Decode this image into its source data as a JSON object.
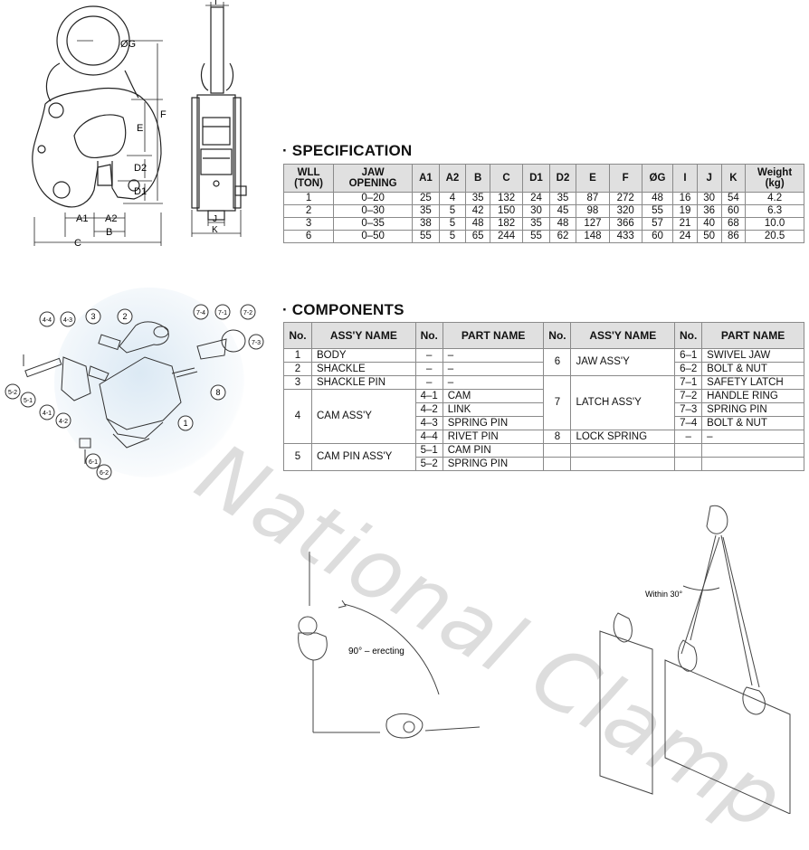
{
  "watermark": "National Clamp",
  "drawing_labels": {
    "dim_g": "ØG",
    "dim_e": "E",
    "dim_f": "F",
    "dim_d2": "D2",
    "dim_d1": "D1",
    "dim_a1": "A1",
    "dim_a2": "A2",
    "dim_b": "B",
    "dim_c": "C",
    "dim_i": "I",
    "dim_j": "J",
    "dim_k": "K"
  },
  "specification": {
    "title": "· SPECIFICATION",
    "headers": [
      {
        "l1": "WLL",
        "l2": "(TON)"
      },
      {
        "l1": "JAW",
        "l2": "OPENING"
      },
      {
        "l1": "A1",
        "l2": ""
      },
      {
        "l1": "A2",
        "l2": ""
      },
      {
        "l1": "B",
        "l2": ""
      },
      {
        "l1": "C",
        "l2": ""
      },
      {
        "l1": "D1",
        "l2": ""
      },
      {
        "l1": "D2",
        "l2": ""
      },
      {
        "l1": "E",
        "l2": ""
      },
      {
        "l1": "F",
        "l2": ""
      },
      {
        "l1": "ØG",
        "l2": ""
      },
      {
        "l1": "I",
        "l2": ""
      },
      {
        "l1": "J",
        "l2": ""
      },
      {
        "l1": "K",
        "l2": ""
      },
      {
        "l1": "Weight",
        "l2": "(kg)"
      }
    ],
    "rows": [
      [
        "1",
        "0–20",
        "25",
        "4",
        "35",
        "132",
        "24",
        "35",
        "87",
        "272",
        "48",
        "16",
        "30",
        "54",
        "4.2"
      ],
      [
        "2",
        "0–30",
        "35",
        "5",
        "42",
        "150",
        "30",
        "45",
        "98",
        "320",
        "55",
        "19",
        "36",
        "60",
        "6.3"
      ],
      [
        "3",
        "0–35",
        "38",
        "5",
        "48",
        "182",
        "35",
        "48",
        "127",
        "366",
        "57",
        "21",
        "40",
        "68",
        "10.0"
      ],
      [
        "6",
        "0–50",
        "55",
        "5",
        "65",
        "244",
        "55",
        "62",
        "148",
        "433",
        "60",
        "24",
        "50",
        "86",
        "20.5"
      ]
    ]
  },
  "components": {
    "title": "· COMPONENTS",
    "headers": [
      "No.",
      "ASS'Y NAME",
      "No.",
      "PART NAME",
      "No.",
      "ASS'Y NAME",
      "No.",
      "PART NAME"
    ],
    "left": [
      {
        "no": "1",
        "assy": "BODY",
        "parts": [
          {
            "no": "–",
            "name": "–"
          }
        ]
      },
      {
        "no": "2",
        "assy": "SHACKLE",
        "parts": [
          {
            "no": "–",
            "name": "–"
          }
        ]
      },
      {
        "no": "3",
        "assy": "SHACKLE PIN",
        "parts": [
          {
            "no": "–",
            "name": "–"
          }
        ]
      },
      {
        "no": "4",
        "assy": "CAM ASS'Y",
        "parts": [
          {
            "no": "4–1",
            "name": "CAM"
          },
          {
            "no": "4–2",
            "name": "LINK"
          },
          {
            "no": "4–3",
            "name": "SPRING PIN"
          },
          {
            "no": "4–4",
            "name": "RIVET PIN"
          }
        ]
      },
      {
        "no": "5",
        "assy": "CAM PIN ASS'Y",
        "parts": [
          {
            "no": "5–1",
            "name": "CAM PIN"
          },
          {
            "no": "5–2",
            "name": "SPRING PIN"
          }
        ]
      }
    ],
    "right": [
      {
        "no": "6",
        "assy": "JAW ASS'Y",
        "parts": [
          {
            "no": "6–1",
            "name": "SWIVEL JAW"
          },
          {
            "no": "6–2",
            "name": "BOLT & NUT"
          }
        ]
      },
      {
        "no": "7",
        "assy": "LATCH ASS'Y",
        "parts": [
          {
            "no": "7–1",
            "name": "SAFETY LATCH"
          },
          {
            "no": "7–2",
            "name": "HANDLE RING"
          },
          {
            "no": "7–3",
            "name": "SPRING PIN"
          },
          {
            "no": "7–4",
            "name": "BOLT & NUT"
          }
        ]
      },
      {
        "no": "8",
        "assy": "LOCK SPRING",
        "parts": [
          {
            "no": "–",
            "name": "–"
          }
        ]
      }
    ]
  },
  "exploded_callouts": [
    "4-4",
    "4-3",
    "3",
    "2",
    "7-4",
    "7-1",
    "7-2",
    "7-3",
    "8",
    "1",
    "5-2",
    "5-1",
    "4-1",
    "4-2",
    "6-1",
    "6-2"
  ],
  "usage": {
    "erecting_label": "90° – erecting",
    "angle_label": "Within 30°"
  }
}
